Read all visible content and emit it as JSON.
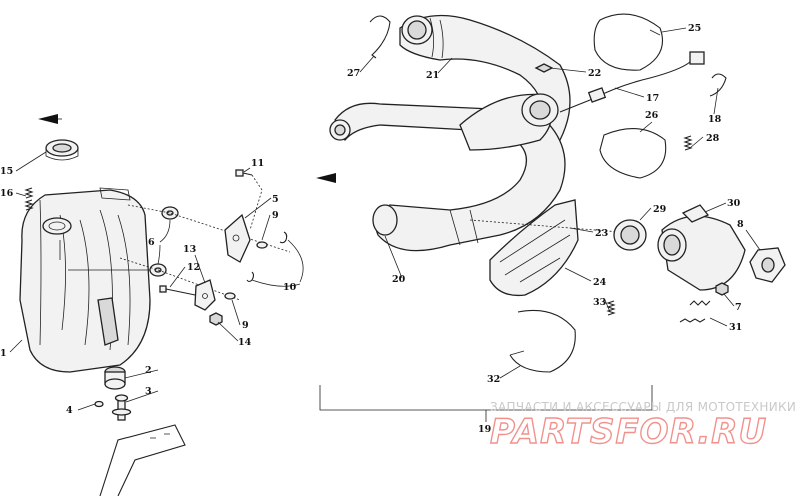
{
  "callouts": [
    "1",
    "2",
    "3",
    "4",
    "5",
    "6",
    "7",
    "8",
    "9",
    "9",
    "10",
    "11",
    "12",
    "13",
    "14",
    "15",
    "16",
    "17",
    "18",
    "19",
    "20",
    "21",
    "22",
    "23",
    "24",
    "25",
    "26",
    "27",
    "28",
    "29",
    "30",
    "31",
    "32",
    "33"
  ],
  "watermark": {
    "tagline": "ЗАПЧАСТИ И АКСЕССУАРЫ ДЛЯ МОТОТЕХНИКИ",
    "logo_text": "PARTSFOR.RU",
    "logo_color": "#e8382f"
  }
}
